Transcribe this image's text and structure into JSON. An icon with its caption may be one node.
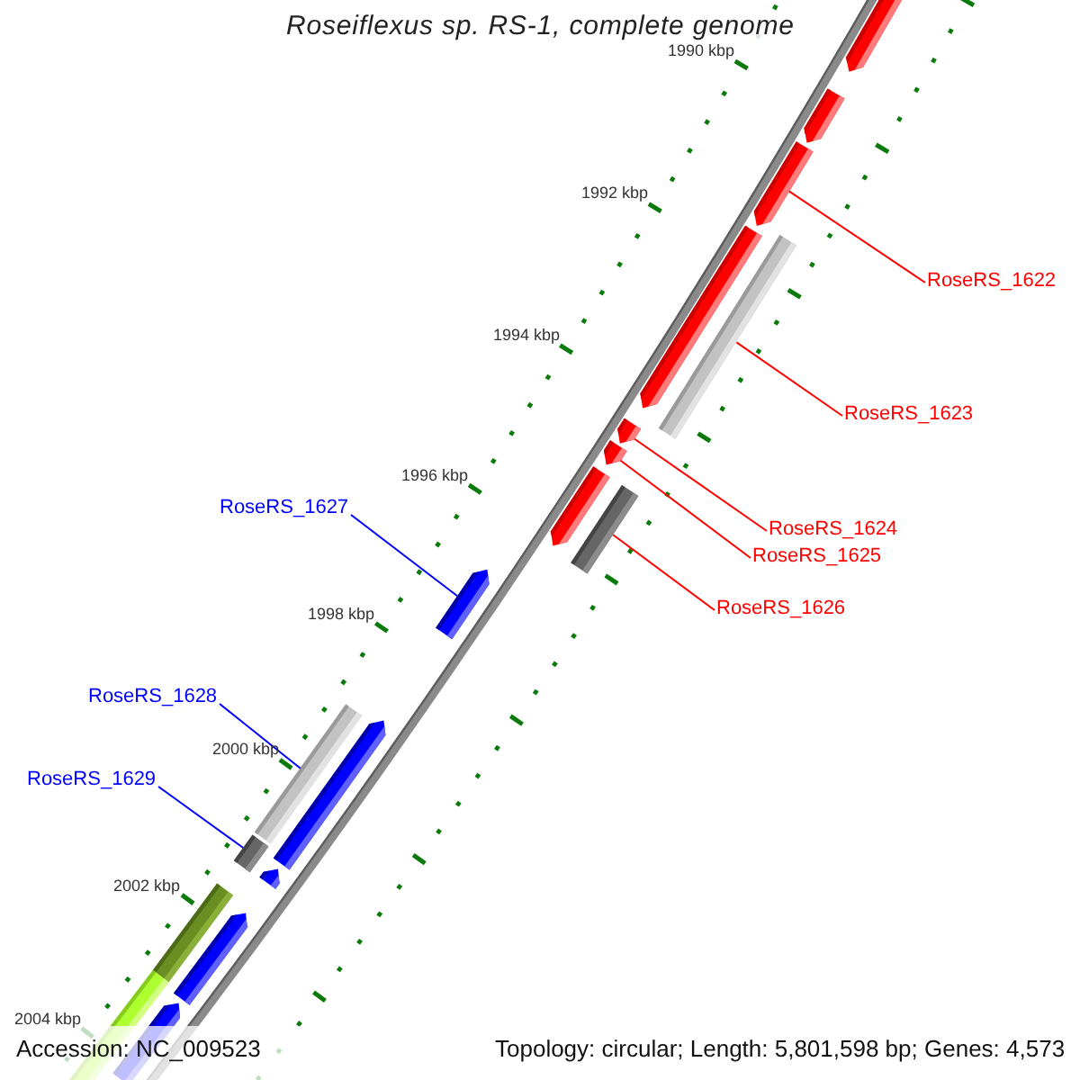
{
  "diagram": {
    "title": "Roseiflexus sp. RS-1, complete genome",
    "nodes": [
      {
        "text": [
          "RoseRS_1622"
        ]
      },
      {
        "text": [
          "RoseRS_1623"
        ]
      },
      {
        "text": [
          "RoseRS_1624"
        ]
      },
      {
        "text": [
          "RoseRS_1625"
        ]
      },
      {
        "text": [
          "RoseRS_1626"
        ]
      },
      {
        "text": [
          "RoseRS_1627"
        ]
      },
      {
        "text": [
          "RoseRS_1628"
        ]
      },
      {
        "text": [
          "RoseRS_1629"
        ]
      },
      {
        "text": [],
        "shape": "pentagon"
      },
      {
        "text": [],
        "shape": "bar"
      },
      {
        "text": [],
        "shape": "pentagon"
      },
      {
        "text": [],
        "shape": "pentagon"
      },
      {
        "text": [],
        "shape": "bar"
      },
      {
        "text": [],
        "shape": "pentagon"
      },
      {
        "text": [],
        "shape": "bar"
      },
      {
        "text": [],
        "shape": "bar"
      }
    ],
    "edges": [
      {
        "from": 0,
        "to": 8,
        "arrow": "none"
      },
      {
        "from": 1,
        "to": 9,
        "arrow": "none"
      },
      {
        "from": 2,
        "to": 10,
        "arrow": "none"
      },
      {
        "from": 3,
        "to": 11,
        "arrow": "none"
      },
      {
        "from": 4,
        "to": 12,
        "arrow": "none"
      },
      {
        "from": 5,
        "to": 13,
        "arrow": "none",
        "color": "#0000ff"
      },
      {
        "from": 6,
        "to": 14,
        "arrow": "none",
        "color": "#0000ff"
      },
      {
        "from": 7,
        "to": 15,
        "arrow": "none",
        "color": "#0000ff"
      }
    ],
    "labels": [
      "1990 kbp",
      "1992 kbp",
      "1994 kbp",
      "1996 kbp",
      "1998 kbp",
      "2000 kbp",
      "2002 kbp",
      "2004 kbp",
      "Accession: NC_009523",
      "Topology: circular; Length: 5,801,598 bp; Genes: 4,573"
    ]
  }
}
